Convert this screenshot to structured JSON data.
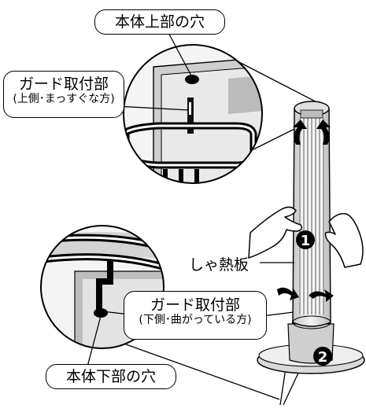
{
  "labels": {
    "top_hole": "本体上部の穴",
    "guard_upper_title": "ガード取付部",
    "guard_upper_sub": "(上側･まっすぐな方)",
    "heat_shield": "しゃ熱板",
    "guard_lower_title": "ガード取付部",
    "guard_lower_sub": "(下側･曲がっている方)",
    "bottom_hole": "本体下部の穴"
  },
  "step_markers": [
    "❶",
    "❷"
  ],
  "colors": {
    "ink": "#000000",
    "gray_light": "#e6e6e6",
    "gray_mid": "#bdbdbd",
    "gray_dark": "#8c8c8c"
  }
}
